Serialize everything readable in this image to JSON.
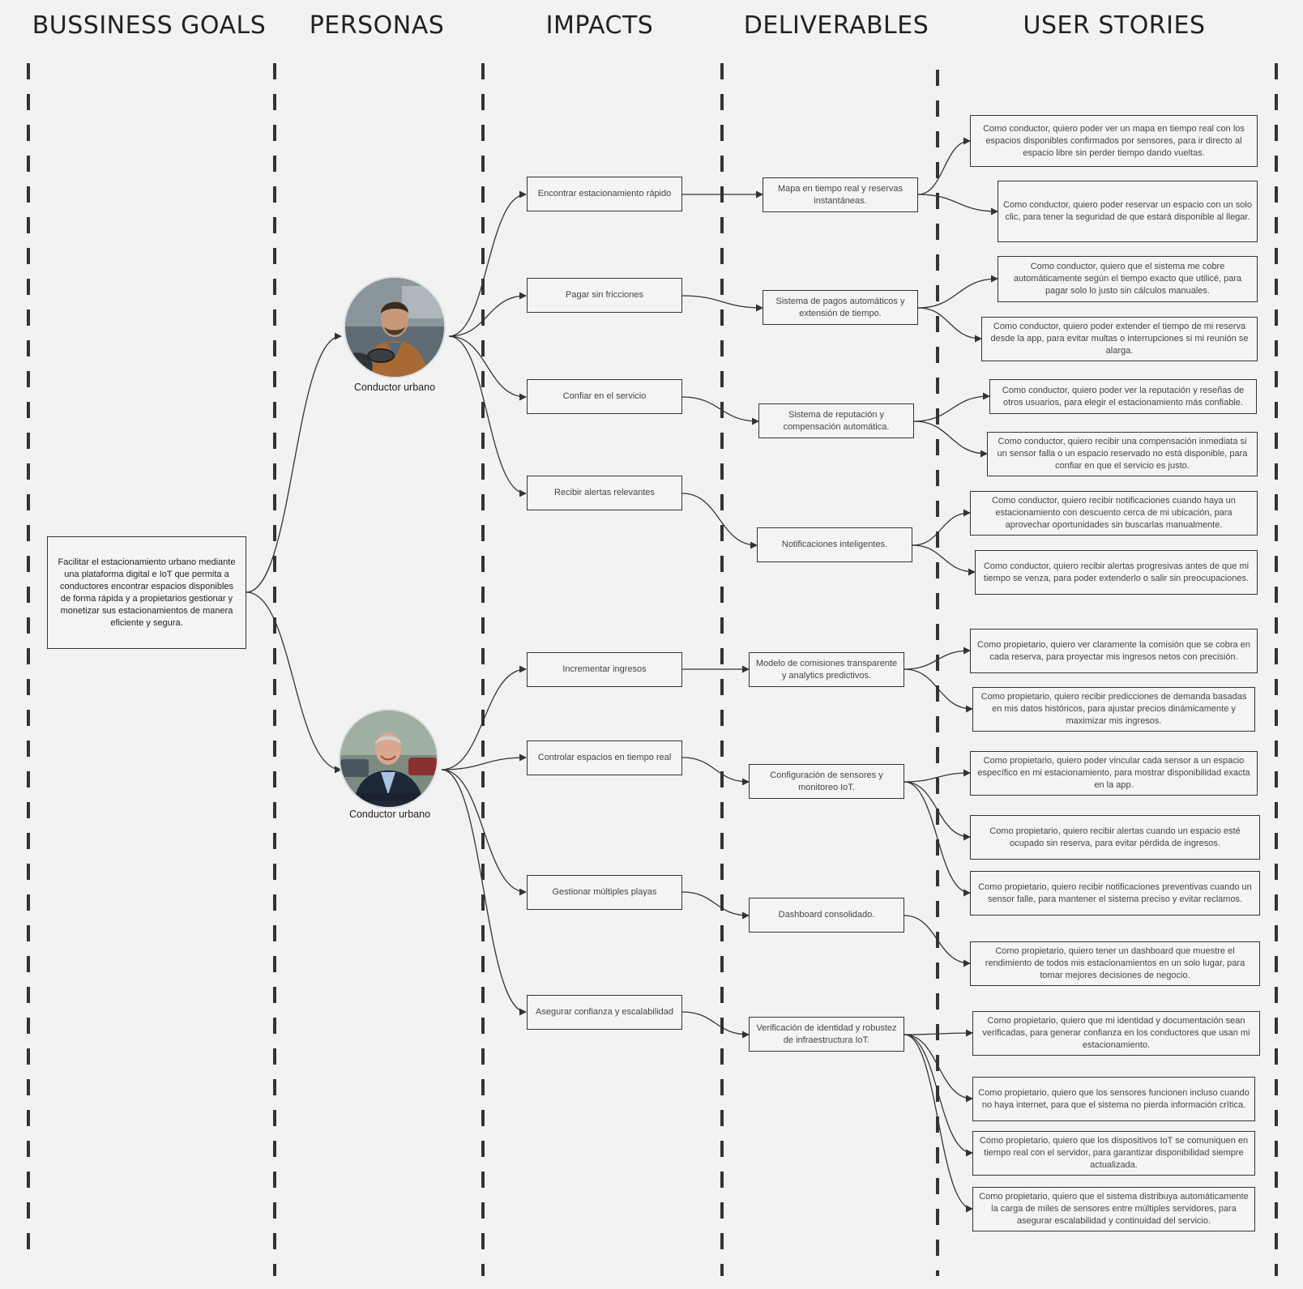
{
  "columns": {
    "goals": "BUSSINESS GOALS",
    "personas": "PERSONAS",
    "impacts": "IMPACTS",
    "deliverables": "DELIVERABLES",
    "stories": "USER STORIES"
  },
  "goal": {
    "text": "Facilitar el estacionamiento urbano mediante una plataforma digital e IoT que permita a conductores encontrar espacios disponibles de forma rápida y a propietarios gestionar y monetizar sus estacionamientos de manera eficiente y segura."
  },
  "personas": [
    {
      "label": "Conductor urbano",
      "icon": "driver-avatar"
    },
    {
      "label": "Conductor urbano",
      "icon": "owner-avatar"
    }
  ],
  "impacts": [
    "Encontrar estacionamiento rápido",
    "Pagar sin fricciones",
    "Confiar en el servicio",
    "Recibir alertas relevantes",
    "Incrementar ingresos",
    "Controlar espacios en tiempo real",
    "Gestionar múltiples playas",
    "Asegurar confianza y escalabilidad"
  ],
  "deliverables": [
    "Mapa en tiempo real y reservas instantáneas.",
    "Sistema de pagos automáticos y extensión de tiempo.",
    "Sistema de reputación y compensación automática.",
    "Notificaciones inteligentes.",
    "Modelo de comisiones transparente y analytics predictivos.",
    "Configuración de sensores y monitoreo IoT.",
    "Dashboard consolidado.",
    "Verificación de identidad y robustez de infraestructura IoT."
  ],
  "stories": [
    "Como conductor, quiero poder ver un mapa en tiempo real con los espacios disponibles confirmados por sensores, para ir directo al espacio libre sin perder tiempo dando vueltas.",
    "Como conductor, quiero poder reservar un espacio con un solo clic, para tener la seguridad de que estará disponible al llegar.",
    "Como conductor, quiero que el sistema me cobre automáticamente según el tiempo exacto que utilicé, para pagar solo lo justo sin cálculos manuales.",
    "Como conductor, quiero poder extender el tiempo de mi reserva desde la app, para evitar multas o interrupciones si mi reunión se alarga.",
    "Como conductor, quiero poder ver la reputación y reseñas de otros usuarios, para elegir el estacionamiento más confiable.",
    "Como conductor, quiero recibir una compensación inmediata si un sensor falla o un espacio reservado no está disponible, para confiar en que el servicio es justo.",
    "Como conductor, quiero recibir notificaciones cuando haya un estacionamiento con descuento cerca de mi ubicación, para aprovechar oportunidades sin buscarlas manualmente.",
    "Como conductor, quiero recibir alertas progresivas antes de que mi tiempo se venza, para poder extenderlo o salir sin preocupaciones.",
    "Como propietario, quiero ver claramente la comisión que se cobra en cada reserva, para proyectar mis ingresos netos con precisión.",
    "Como propietario, quiero recibir predicciones de demanda basadas en mis datos históricos, para ajustar precios dinámicamente y maximizar mis ingresos.",
    "Como propietario, quiero poder vincular cada sensor a un espacio específico en mi estacionamiento, para mostrar disponibilidad exacta en la app.",
    "Como propietario, quiero recibir alertas cuando un espacio esté ocupado sin reserva, para evitar pérdida de ingresos.",
    "Como propietario, quiero recibir notificaciones preventivas cuando un sensor falle, para mantener el sistema preciso y evitar reclamos.",
    "Como propietario, quiero tener un dashboard que muestre el rendimiento de todos mis estacionamientos en un solo lugar, para tomar mejores decisiones de negocio.",
    "Como propietario, quiero que mi identidad y documentación sean verificadas, para generar confianza en los conductores que usan mi estacionamiento.",
    "Como propietario, quiero que los sensores funcionen incluso cuando no haya internet, para que el sistema no pierda información crítica.",
    "Como propietario, quiero que los dispositivos IoT se comuniquen en tiempo real con el servidor, para garantizar disponibilidad siempre actualizada.",
    "Como propietario, quiero que el sistema distribuya automáticamente la carga de miles de sensores entre múltiples servidores, para asegurar escalabilidad y continuidad del servicio."
  ],
  "colors": {
    "background": "#f2f2f2",
    "line": "#333333",
    "box_border": "#333333"
  }
}
